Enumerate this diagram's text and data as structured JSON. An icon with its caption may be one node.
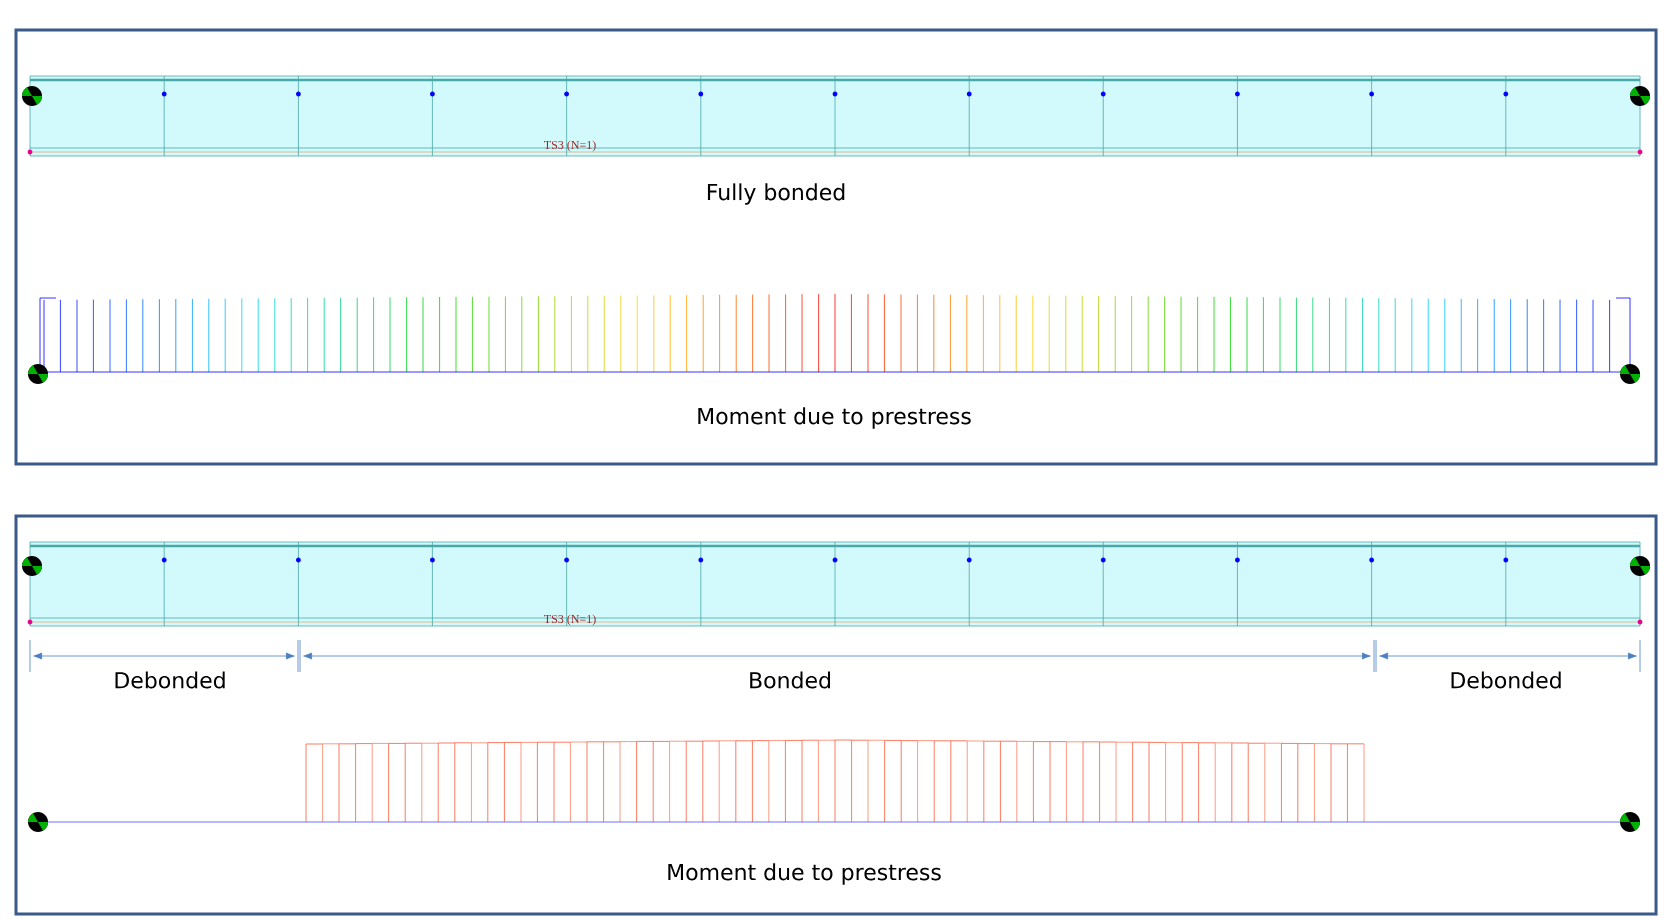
{
  "diagram": {
    "labels": [
      "TS3 (N=1)",
      "Fully bonded",
      "Moment due to prestress",
      "TS3 (N=1)",
      "Debonded",
      "Bonded",
      "Debonded",
      "Moment due to prestress"
    ]
  }
}
